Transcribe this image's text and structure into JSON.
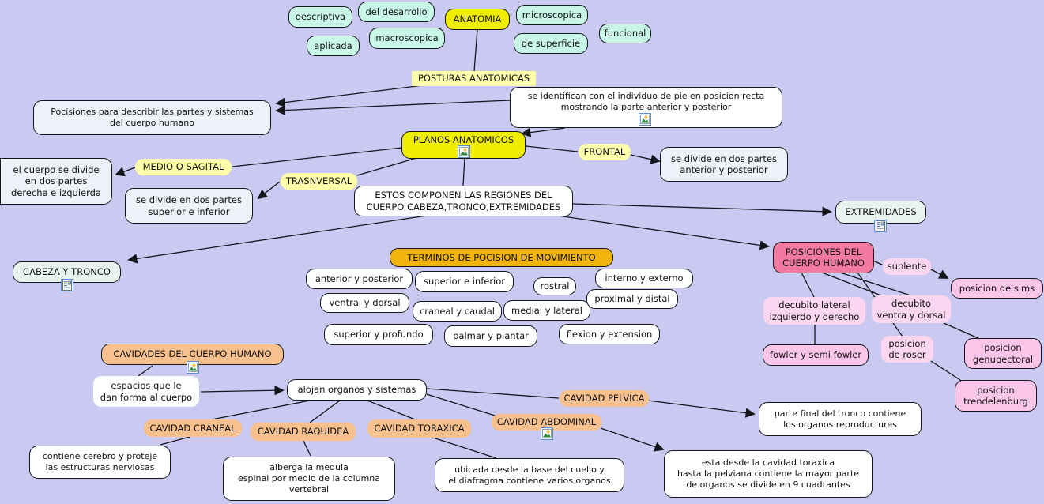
{
  "map_title": "ANATOMIA",
  "colors": {
    "background": "#c9c9f2",
    "branch_cyan": "#c8f7e7",
    "concept_yellow": "#f0ee00",
    "label_pale_yellow": "#ffffaa",
    "terms_amber": "#f2b40c",
    "cavity_orange": "#f8c08d",
    "positions_pink_strong": "#f2799f",
    "positions_pink_light": "#fcd6f0",
    "positions_pink_box": "#fac5e8",
    "description_white": "#ffffff",
    "description_mint": "#e9f3ee",
    "description_grayblue": "#edf1f8",
    "line_color": "#15151c"
  },
  "icons": {
    "image_resource": "image-resource-icon",
    "document_resource": "document-resource-icon"
  },
  "nodes": {
    "descriptiva": "descriptiva",
    "del_desarrollo": "del desarrollo",
    "anatomia": "ANATOMIA",
    "microscopica": "microscopica",
    "de_superficie": "de superficie",
    "funcional": "funcional",
    "macroscopica": "macroscopica",
    "aplicada": "aplicada",
    "posturas_anatomicas": "POSTURAS ANATOMICAS",
    "pocisiones": "Pocisiones para describir las partes y sistemas\ndel cuerpo humano",
    "se_identifican": "se identifican con el individuo de pie en posicion recta\nmostrando la parte anterior y posterior",
    "planos_anatomicos": "PLANOS ANATOMICOS",
    "frontal": "FRONTAL",
    "se_divide_ant_post": "se divide en dos partes\nanterior y posterior",
    "medio_o_sagital": "MEDIO O SAGITAL",
    "el_cuerpo": "el cuerpo se divide\nen dos partes\nderecha e izquierda",
    "trasnversal": "TRASNVERSAL",
    "se_divide_sup_inf": "se divide en dos partes\nsuperior e inferior",
    "estos_componen": "ESTOS COMPONEN LAS REGIONES DEL\nCUERPO CABEZA,TRONCO,EXTREMIDADES",
    "extremidades": "EXTREMIDADES",
    "cabeza_y_tronco": "CABEZA Y TRONCO",
    "terminos": "TERMINOS DE POCISION DE MOVIMIENTO",
    "anterior_y_posterior": "anterior y posterior",
    "superior_e_inferior": "superior e inferior",
    "rostral": "rostral",
    "interno_y_externo": "interno y externo",
    "ventral_y_dorsal": "ventral y dorsal",
    "craneal_y_caudal": "craneal y caudal",
    "medial_y_lateral": "medial y lateral",
    "proximal_y_distal": "proximal y distal",
    "superior_y_profundo": "superior y profundo",
    "palmar_y_plantar": "palmar y plantar",
    "flexion_y_extension": "flexion y extension",
    "posiciones_cuerpo": "POSICIONES DEL\nCUERPO HUMANO",
    "suplente": "suplente",
    "posicion_de_sims": "posicion de sims",
    "decubito_lateral": "decubito lateral\nizquierdo y derecho",
    "decubito_ventra": "decubito\nventra y dorsal",
    "fowler": "fowler y semi fowler",
    "posicion_de_roser": "posicion\nde roser",
    "posicion_genupectoral": "posicion\ngenupectoral",
    "posicion_trendelenburg": "posicion\ntrendelenburg",
    "cavidades": "CAVIDADES DEL CUERPO HUMANO",
    "espacios": "espacios que le\ndan forma al cuerpo",
    "alojan": "alojan organos y sistemas",
    "cavidad_pelvica": "CAVIDAD PELVICA",
    "cavidad_craneal": "CAVIDAD CRANEAL",
    "cavidad_raquidea": "CAVIDAD RAQUIDEA",
    "cavidad_toraxica": "CAVIDAD TORAXICA",
    "cavidad_abdominal": "CAVIDAD ABDOMINAL",
    "parte_final": "parte final del tronco contiene\nlos organos reproductures",
    "contiene_cerebro": "contiene cerebro y proteje\nlas estructuras nerviosas",
    "alberga": "alberga la medula\nespinal por medio de la columna\nvertebral",
    "ubicada": "ubicada desde la base del cuello y\nel diafragma contiene varios organos",
    "esta_desde": "esta desde la cavidad toraxica\nhasta la pelviana contiene la mayor parte\nde organos se divide en 9 cuadrantes"
  }
}
